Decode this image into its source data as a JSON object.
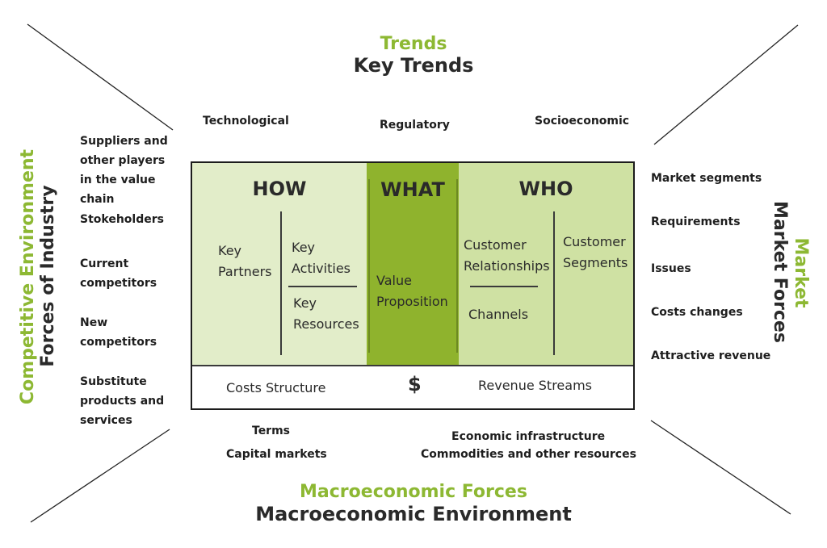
{
  "top": {
    "title_green": "Trends",
    "title_dark": "Key Trends",
    "items": [
      "Technological",
      "Regulatory",
      "Socioeconomic"
    ]
  },
  "left": {
    "title_green": "Competitive Environment",
    "title_dark": "Forces of Industry",
    "items": [
      "Suppliers and other players in the value chain",
      "Stokeholders",
      "Current competitors",
      "New competitors",
      "Substitute products and services"
    ]
  },
  "right": {
    "title_green": "Market",
    "title_dark": "Market Forces",
    "items": [
      "Market segments",
      "Requirements",
      "Issues",
      "Costs changes",
      "Attractive revenue"
    ]
  },
  "bottom": {
    "title_green": "Macroeconomic Forces",
    "title_dark": "Macroeconomic Environment",
    "items": [
      "Terms",
      "Capital markets",
      "Economic infrastructure",
      "Commodities and other resources"
    ]
  },
  "canvas": {
    "how": "HOW",
    "what": "WHAT",
    "who": "WHO",
    "key_partners": "Key Partners",
    "key_activities": "Key Activities",
    "key_resources": "Key Resources",
    "value_proposition": "Value Proposition",
    "customer_relationships": "Customer Relationships",
    "channels": "Channels",
    "customer_segments": "Customer Segments",
    "costs_structure": "Costs Structure",
    "dollar": "$",
    "revenue_streams": "Revenue Streams"
  },
  "colors": {
    "green_title": "#8db833",
    "how_bg": "#e2edc9",
    "what_bg": "#8fb32d",
    "who_bg": "#cfe1a3"
  }
}
